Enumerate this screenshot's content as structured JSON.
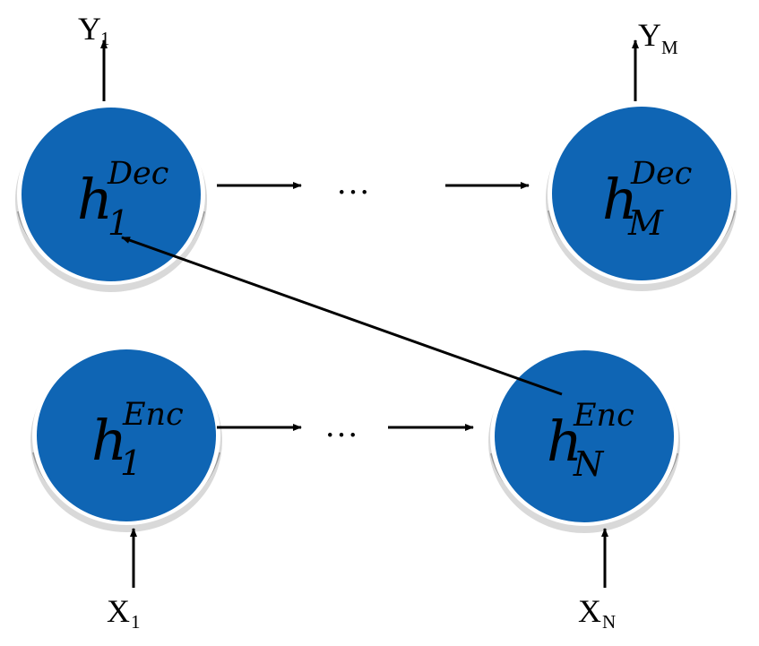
{
  "nodes": {
    "dec_1": {
      "symbol": "h",
      "superscript": "Dec",
      "subscript": "1"
    },
    "dec_m": {
      "symbol": "h",
      "superscript": "Dec",
      "subscript": "M"
    },
    "enc_1": {
      "symbol": "h",
      "superscript": "Enc",
      "subscript": "1"
    },
    "enc_n": {
      "symbol": "h",
      "superscript": "Enc",
      "subscript": "N"
    }
  },
  "outputs": {
    "y_1": {
      "main": "Y",
      "sub": "1"
    },
    "y_m": {
      "main": "Y",
      "sub": "M"
    }
  },
  "inputs": {
    "x_1": {
      "main": "X",
      "sub": "1"
    },
    "x_n": {
      "main": "X",
      "sub": "N"
    }
  },
  "ellipses": {
    "decoder": "…",
    "encoder": "…"
  },
  "colors": {
    "node_fill": "#0f65b4",
    "node_shadow": "#d9d9d9",
    "edge": "#000000"
  },
  "edges": [
    {
      "from": "dec_1",
      "to": "decoder_ellipsis"
    },
    {
      "from": "decoder_ellipsis",
      "to": "dec_m"
    },
    {
      "from": "enc_1",
      "to": "encoder_ellipsis"
    },
    {
      "from": "encoder_ellipsis",
      "to": "enc_n"
    },
    {
      "from": "enc_n",
      "to": "dec_1"
    },
    {
      "from": "x_1",
      "to": "enc_1"
    },
    {
      "from": "x_n",
      "to": "enc_n"
    },
    {
      "from": "dec_1",
      "to": "y_1"
    },
    {
      "from": "dec_m",
      "to": "y_m"
    }
  ]
}
